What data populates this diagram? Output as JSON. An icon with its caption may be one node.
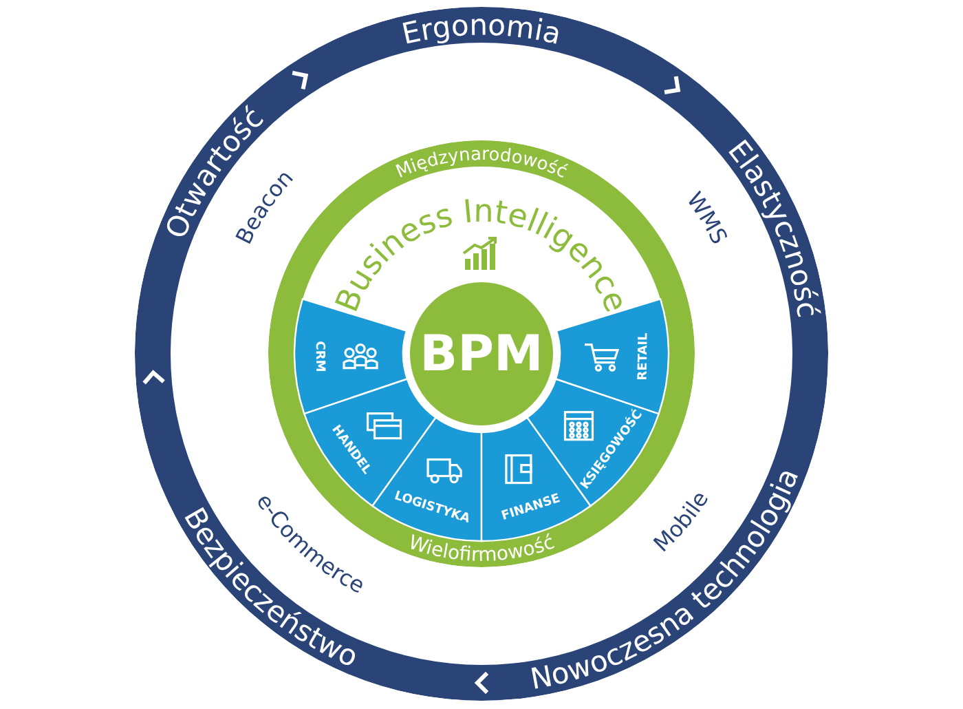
{
  "diagram": {
    "nodes": [
      {
        "text": [
          "Ergonomia",
          "Otwartość",
          "Elastyczność",
          "Bezpieczeństwo",
          "Nowoczesna technologia"
        ]
      },
      {
        "text": [
          "Międzynarodowość",
          "Business Intelligence",
          "Wielofirmowość"
        ],
        "in": 0
      },
      {
        "text": [
          "BPM"
        ],
        "in": 1
      },
      {
        "text": [
          "CRM"
        ],
        "in": 1
      },
      {
        "text": [
          "HANDEL"
        ],
        "in": 1
      },
      {
        "text": [
          "LOGISTYKA"
        ],
        "in": 1
      },
      {
        "text": [
          "FINANSE"
        ],
        "in": 1
      },
      {
        "text": [
          "KSIĘGOWOŚĆ"
        ],
        "in": 1
      },
      {
        "text": [
          "RETAIL"
        ],
        "in": 1
      }
    ],
    "labels": [
      "Beacon",
      "WMS",
      "e-Commerce",
      "Mobile"
    ]
  }
}
